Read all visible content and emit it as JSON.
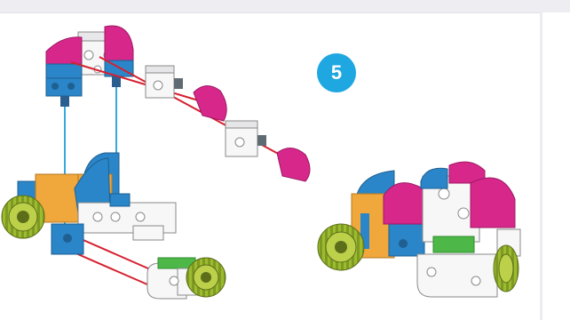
{
  "step": {
    "number": "5"
  },
  "colors": {
    "accent": "#1ea7e0",
    "magenta": "#d7278b",
    "blue": "#2a86c8",
    "orange": "#f0a73c",
    "green": "#4db848",
    "lime": "#9cbb2f",
    "connector": "#d62030",
    "guide": "#35a8df",
    "white_block": "#f7f7f7",
    "outline": "#8a8a8a"
  },
  "illustrations": [
    {
      "name": "exploded-assembly-view",
      "icon": "building-blocks-exploded-icon"
    },
    {
      "name": "finished-car-view",
      "icon": "building-blocks-car-icon"
    }
  ]
}
